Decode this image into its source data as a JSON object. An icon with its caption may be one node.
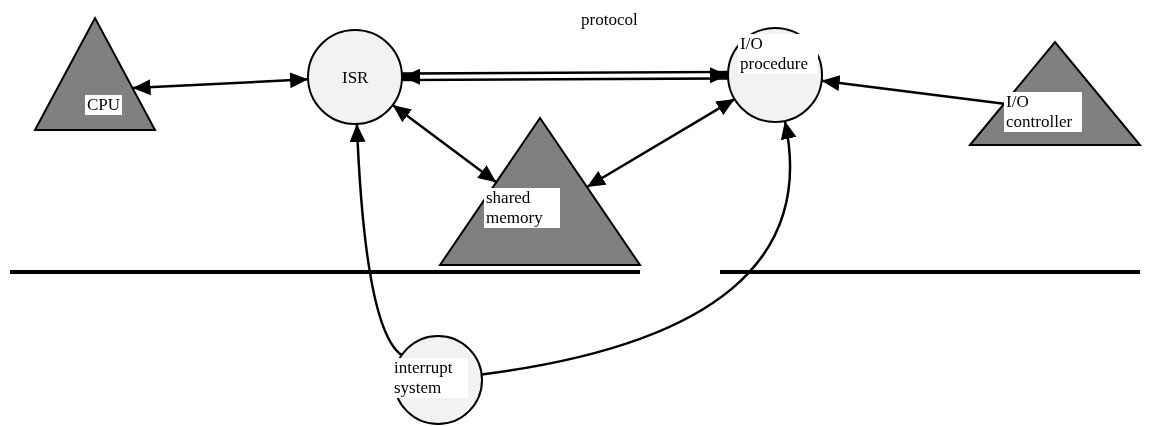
{
  "diagram": {
    "nodes": [
      {
        "text": [
          "CPU"
        ]
      },
      {
        "text": [
          "ISR"
        ]
      },
      {
        "text": [
          "I/O procedure"
        ]
      },
      {
        "text": [
          "I/O controller"
        ]
      },
      {
        "text": [
          "shared memory"
        ]
      },
      {
        "text": [
          "interrupt system"
        ]
      }
    ],
    "edges": [
      {
        "from": 0,
        "to": 1,
        "arrow": "both"
      },
      {
        "from": 1,
        "to": 2,
        "arrow": "both",
        "label": "protocol",
        "style": "thick"
      },
      {
        "from": 3,
        "to": 2,
        "arrow": "to"
      },
      {
        "from": 1,
        "to": 4,
        "arrow": "both"
      },
      {
        "from": 2,
        "to": 4,
        "arrow": "both"
      },
      {
        "from": 5,
        "to": 1,
        "arrow": "to"
      },
      {
        "from": 5,
        "to": 2,
        "arrow": "to"
      }
    ]
  }
}
